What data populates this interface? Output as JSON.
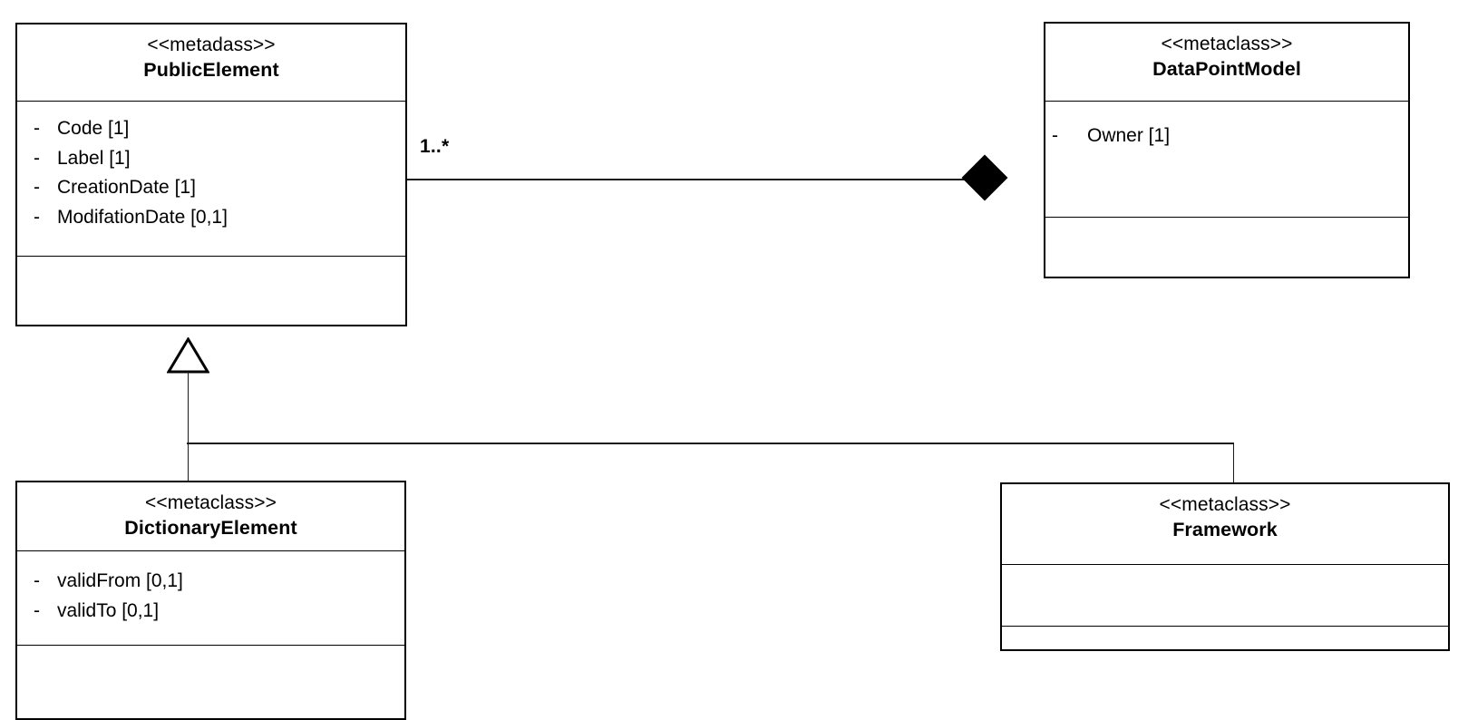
{
  "diagram": {
    "title": "UML class diagram",
    "notation": "UML 2 class diagram",
    "background_color": "#ffffff",
    "line_color": "#000000"
  },
  "classes": {
    "public_element": {
      "stereotype": "<<metadass>>",
      "name": "PublicElement",
      "attributes": [
        {
          "visibility": "-",
          "text": "Code [1]"
        },
        {
          "visibility": "-",
          "text": "Label [1]"
        },
        {
          "visibility": "-",
          "text": "CreationDate [1]"
        },
        {
          "visibility": "-",
          "text": "ModifationDate [0,1]"
        }
      ],
      "operations": []
    },
    "data_point_model": {
      "stereotype": "<<metaclass>>",
      "name": "DataPointModel",
      "attributes": [
        {
          "visibility": "-",
          "text": "Owner [1]"
        }
      ],
      "operations": []
    },
    "dictionary_element": {
      "stereotype": "<<metaclass>>",
      "name": "DictionaryElement",
      "attributes": [
        {
          "visibility": "-",
          "text": "validFrom [0,1]"
        },
        {
          "visibility": "-",
          "text": "validTo [0,1]"
        }
      ],
      "operations": []
    },
    "framework": {
      "stereotype": "<<metaclass>>",
      "name": "Framework",
      "attributes": [],
      "operations": []
    }
  },
  "relationships": {
    "composition": {
      "kind": "composition",
      "source": "DataPointModel",
      "target": "PublicElement",
      "source_end_marker": "filled-diamond",
      "target_multiplicity": "1..*"
    },
    "generalization_dictionary_element": {
      "kind": "generalization",
      "source": "DictionaryElement",
      "target": "PublicElement",
      "target_end_marker": "hollow-triangle"
    },
    "generalization_framework": {
      "kind": "generalization",
      "source": "Framework",
      "target": "PublicElement",
      "target_end_marker": "hollow-triangle"
    }
  }
}
